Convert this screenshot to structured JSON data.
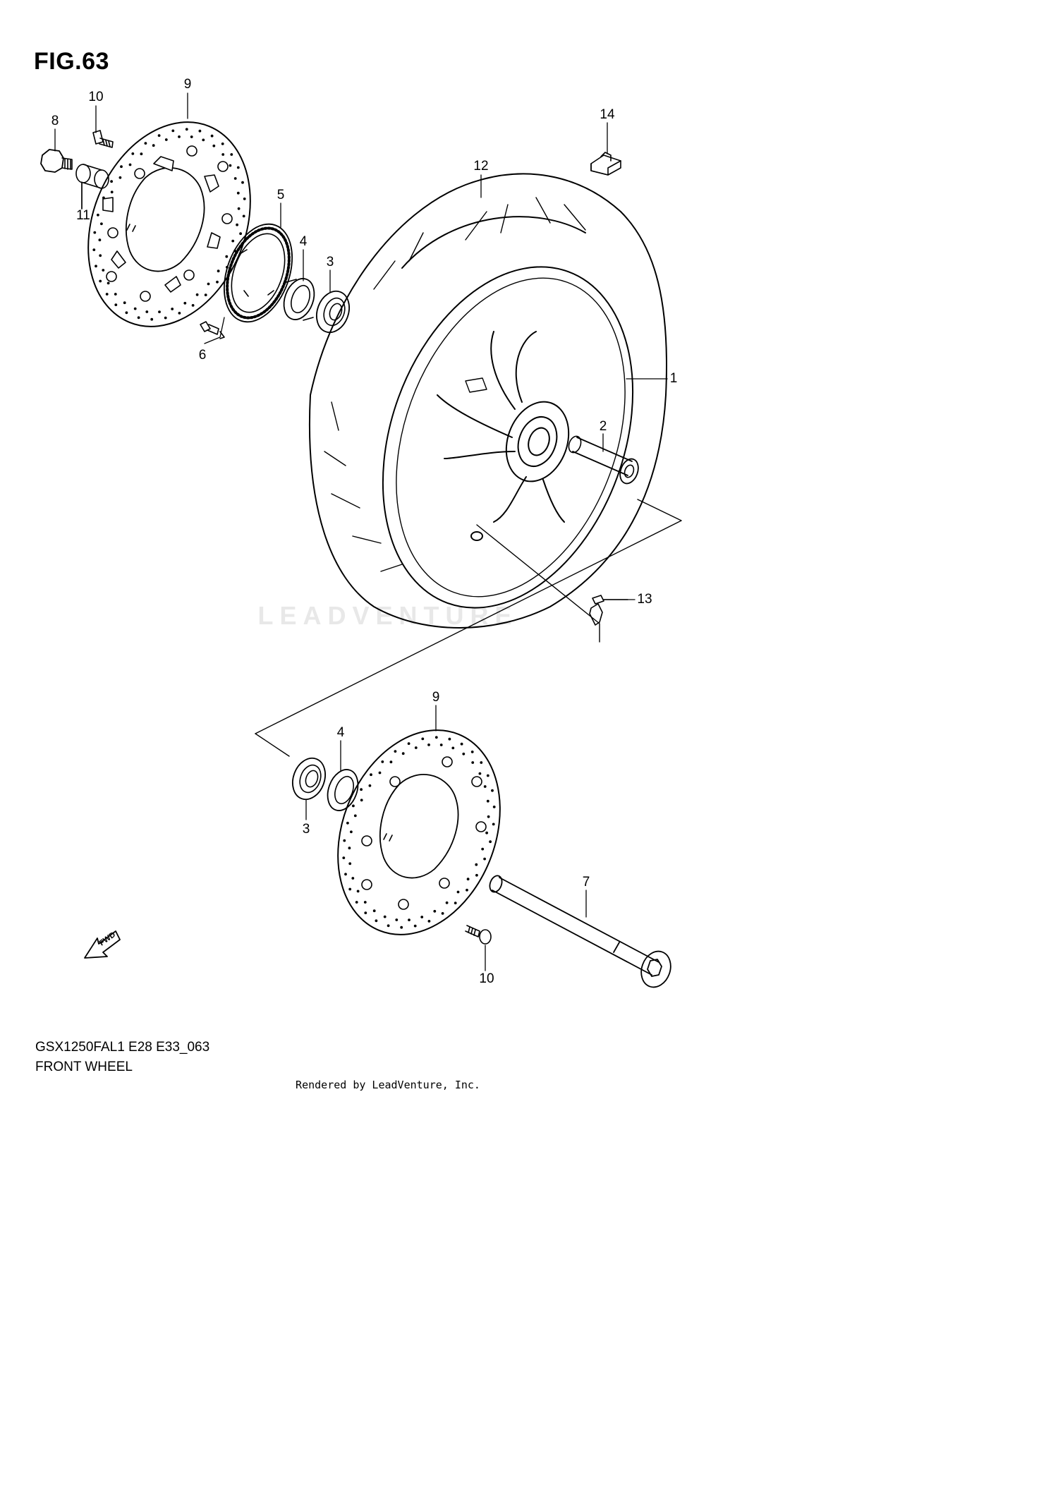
{
  "figure": {
    "title": "FIG.63",
    "model_code": "GSX1250FAL1 E28 E33_063",
    "name": "FRONT WHEEL"
  },
  "footer": {
    "rendered_by": "Rendered by LeadVenture, Inc."
  },
  "watermark": "LEADVENTURE",
  "fwd_label": "FWD",
  "callouts": [
    {
      "id": "c-10a",
      "text": "10"
    },
    {
      "id": "c-9a",
      "text": "9"
    },
    {
      "id": "c-8",
      "text": "8"
    },
    {
      "id": "c-11",
      "text": "11"
    },
    {
      "id": "c-5",
      "text": "5"
    },
    {
      "id": "c-4a",
      "text": "4"
    },
    {
      "id": "c-3a",
      "text": "3"
    },
    {
      "id": "c-6",
      "text": "6"
    },
    {
      "id": "c-14",
      "text": "14"
    },
    {
      "id": "c-12",
      "text": "12"
    },
    {
      "id": "c-1",
      "text": "1"
    },
    {
      "id": "c-2",
      "text": "2"
    },
    {
      "id": "c-13",
      "text": "13"
    },
    {
      "id": "c-9b",
      "text": "9"
    },
    {
      "id": "c-4b",
      "text": "4"
    },
    {
      "id": "c-3b",
      "text": "3"
    },
    {
      "id": "c-7",
      "text": "7"
    },
    {
      "id": "c-10b",
      "text": "10"
    }
  ]
}
